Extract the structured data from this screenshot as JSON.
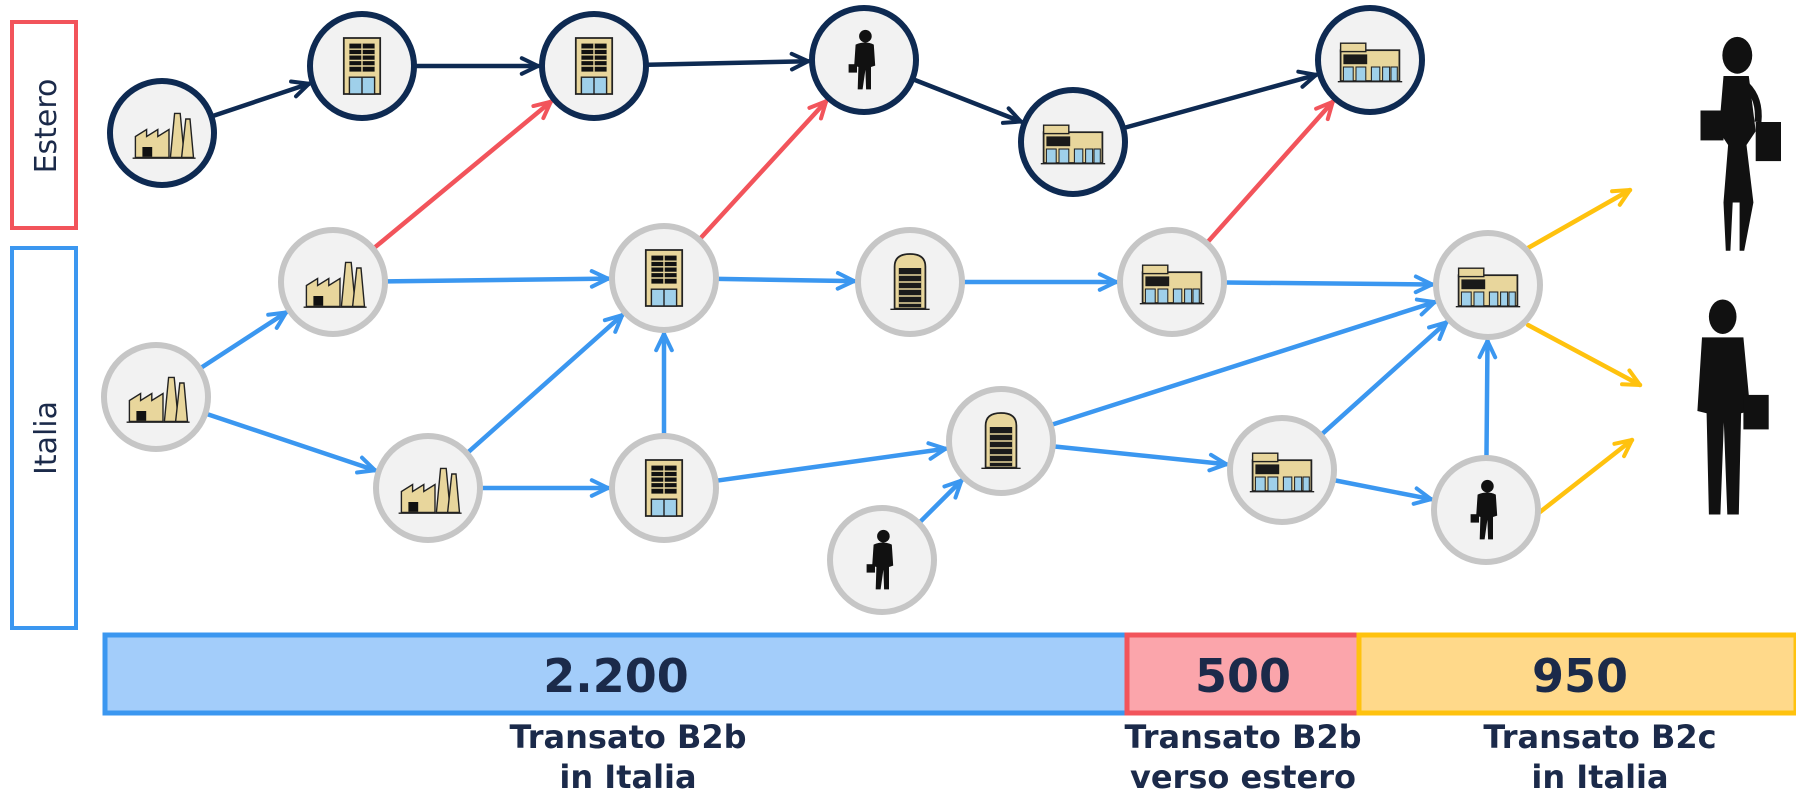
{
  "regions": {
    "estero": {
      "label": "Estero",
      "color": "#f2545b"
    },
    "italia": {
      "label": "Italia",
      "color": "#3b97f0"
    }
  },
  "colors": {
    "domestic_flow": "#3b97f0",
    "foreign_flow": "#0e2a52",
    "export_flow": "#f2545b",
    "consumer_flow": "#ffc20e",
    "node_ring_italia": "#c6c6c6",
    "node_ring_estero": "#0e2a52",
    "node_fill": "#f2f2f2"
  },
  "node_types": [
    "factory-icon",
    "office-building-icon",
    "warehouse-icon",
    "retail-store-icon",
    "business-person-icon"
  ],
  "bars": [
    {
      "value": "2.200",
      "caption_line1": "Transato B2b",
      "caption_line2": "in Italia",
      "fill": "#a3cdfa",
      "stroke": "#3b97f0"
    },
    {
      "value": "500",
      "caption_line1": "Transato B2b",
      "caption_line2": "verso estero",
      "fill": "#fba5ab",
      "stroke": "#f2545b"
    },
    {
      "value": "950",
      "caption_line1": "Transato B2c",
      "caption_line2": "in Italia",
      "fill": "#ffd98a",
      "stroke": "#ffc20e"
    }
  ],
  "consumers": [
    "woman-shopper-icon",
    "man-shopper-icon"
  ]
}
